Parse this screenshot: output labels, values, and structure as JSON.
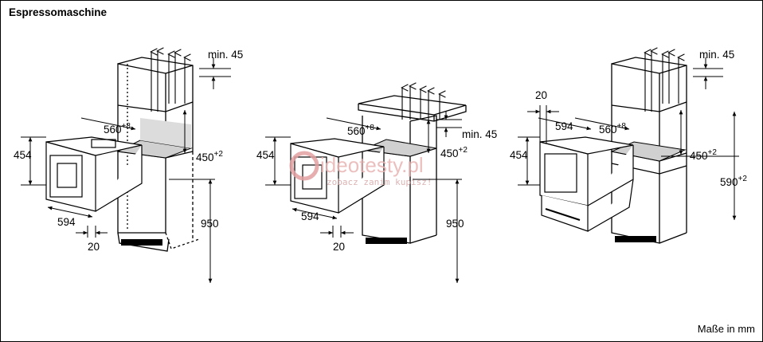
{
  "title": "Espressomaschine",
  "units_note": "Maße in mm",
  "watermark": {
    "brand": "ideotesty.pl",
    "tagline": "zobacz zanim kupisz!"
  },
  "diagrams": [
    {
      "min_gap": "min. 45",
      "depth": "560",
      "depth_tol": "+8",
      "height": "454",
      "niche_height": "450",
      "niche_tol": "+2",
      "width": "594",
      "floor_height": "950",
      "protrusion": "20"
    },
    {
      "depth": "560",
      "depth_tol": "+8",
      "min_gap": "min. 45",
      "height": "454",
      "niche_height": "450",
      "niche_tol": "+2",
      "width": "594",
      "floor_height": "950",
      "protrusion": "20"
    },
    {
      "min_gap": "min. 45",
      "protrusion": "20",
      "width": "594",
      "depth": "560",
      "depth_tol": "+8",
      "height": "454",
      "niche_height": "450",
      "niche_tol": "+2",
      "total_height": "590",
      "total_tol": "+2"
    }
  ]
}
